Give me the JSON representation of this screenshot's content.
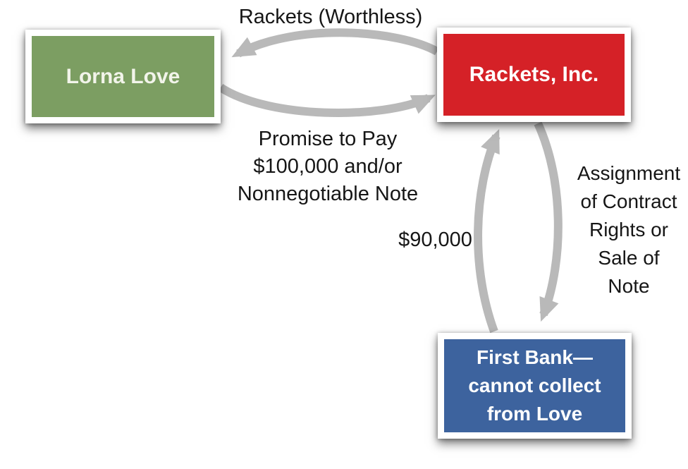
{
  "title": "Assignment of contract rights diagram",
  "colors": {
    "background": "#ffffff",
    "node_lorna": "#7c9e62",
    "node_rackets": "#d52127",
    "node_bank": "#3d639e",
    "node_text": "#ffffff",
    "arrow": "#b9b9b9",
    "label_text": "#161616"
  },
  "nodes": {
    "lorna": {
      "label": "Lorna Love"
    },
    "rackets": {
      "label": "Rackets, Inc."
    },
    "bank": {
      "label": "First Bank—\ncannot collect\nfrom Love"
    }
  },
  "edge_labels": {
    "worthless": "Rackets (Worthless)",
    "promise": "Promise to Pay\n$100,000 and/or\nNonnegotiable Note",
    "amount": "$90,000",
    "assignment": "Assignment\nof Contract\nRights or\nSale of\nNote"
  },
  "edges": [
    {
      "from": "Rackets, Inc.",
      "to": "Lorna Love",
      "label": "Rackets (Worthless)"
    },
    {
      "from": "Lorna Love",
      "to": "Rackets, Inc.",
      "label": "Promise to Pay $100,000 and/or Nonnegotiable Note"
    },
    {
      "from": "First Bank",
      "to": "Rackets, Inc.",
      "label": "$90,000"
    },
    {
      "from": "Rackets, Inc.",
      "to": "First Bank",
      "label": "Assignment of Contract Rights or Sale of Note"
    }
  ]
}
